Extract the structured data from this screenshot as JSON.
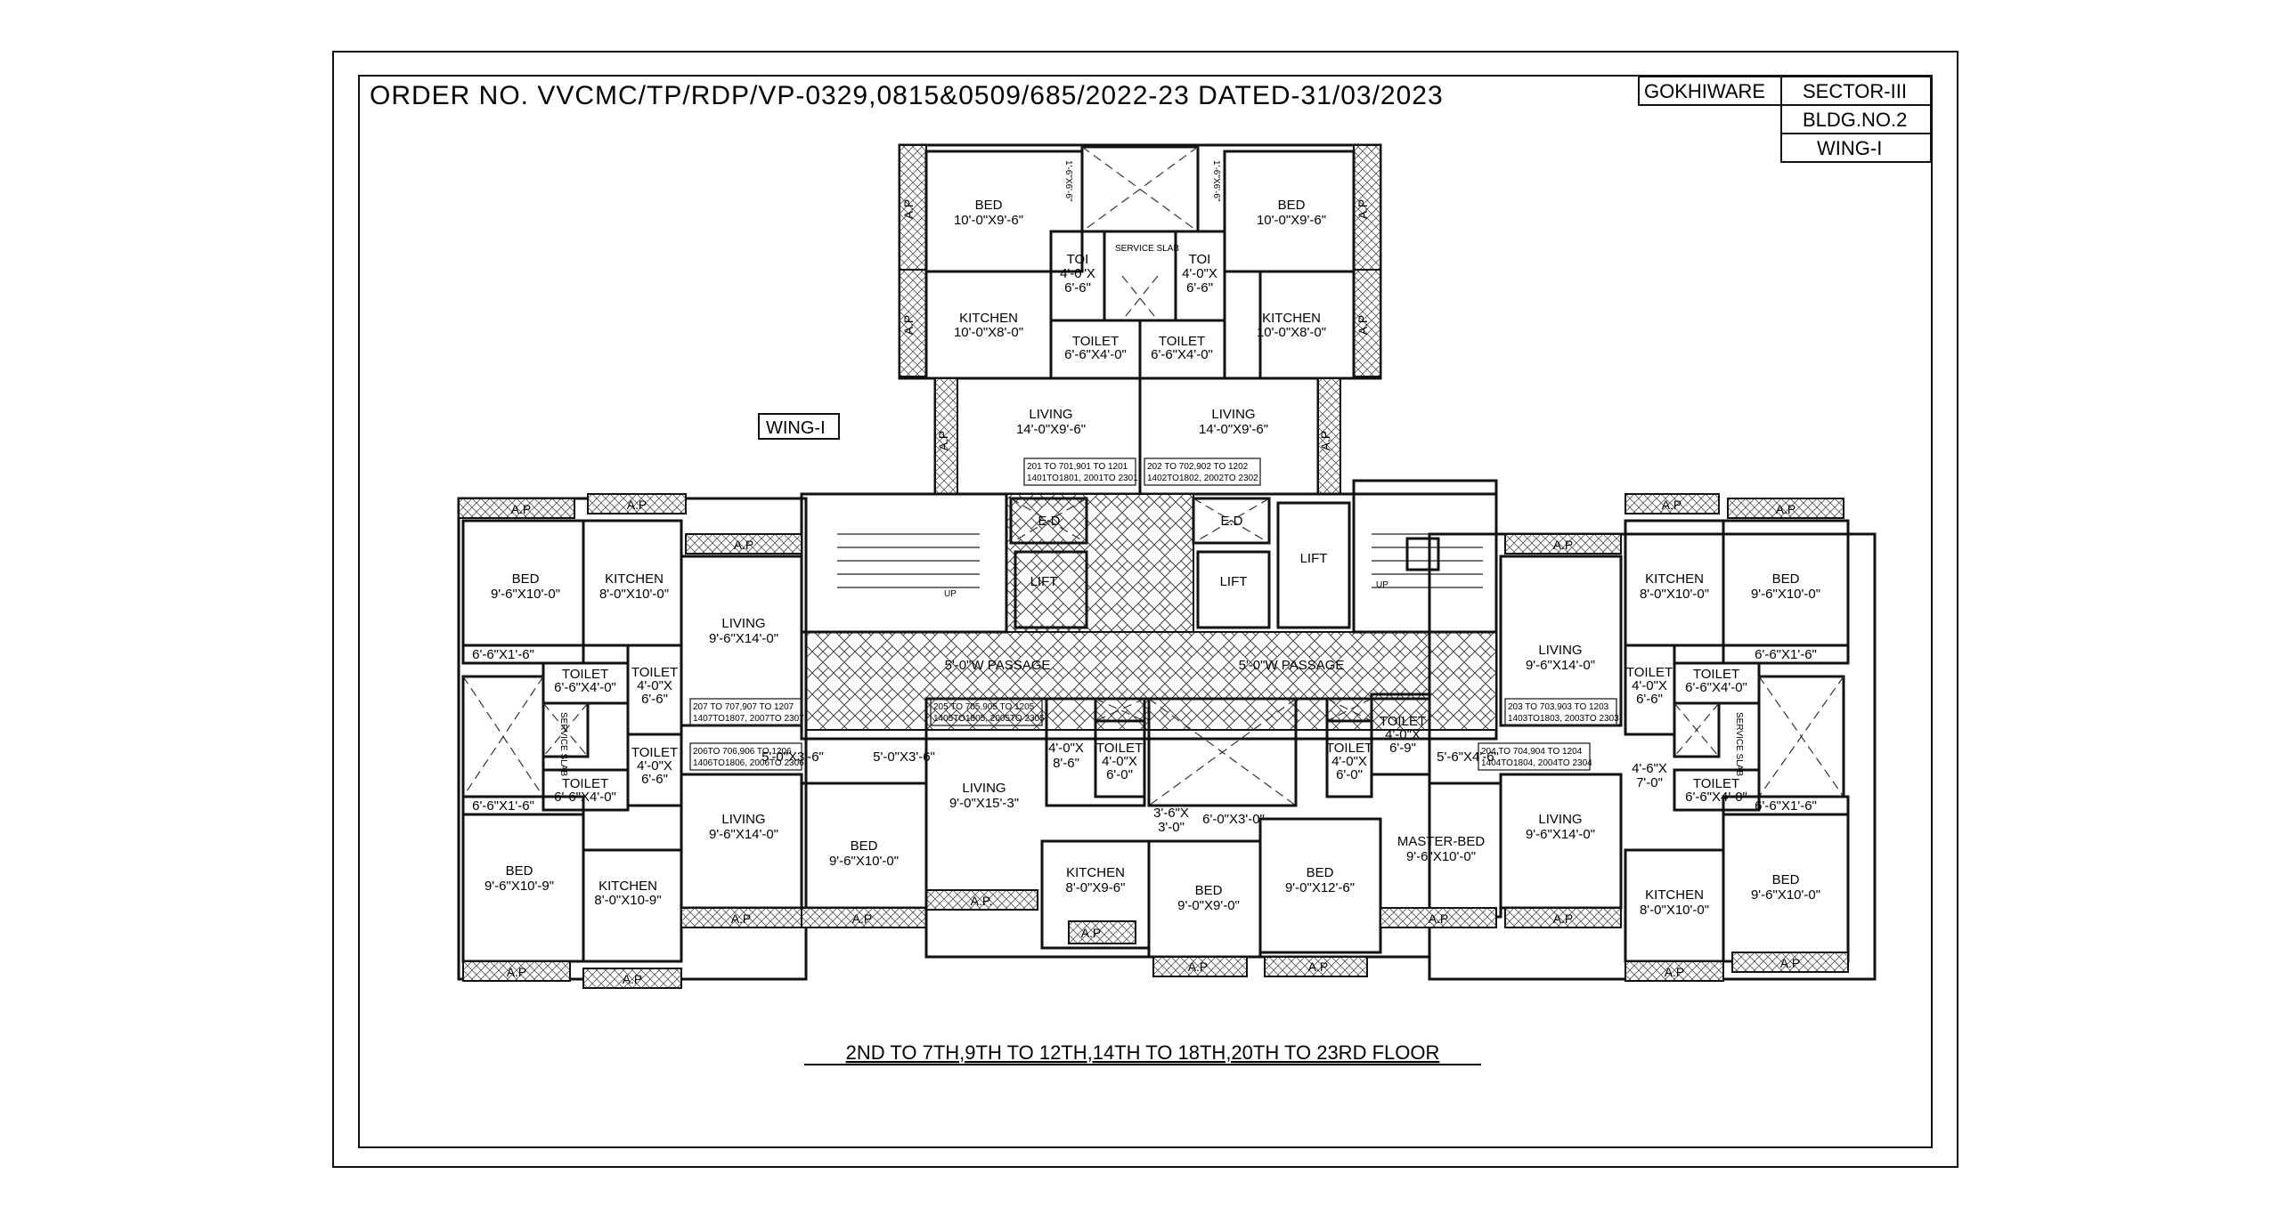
{
  "header": {
    "order": "ORDER NO. VVCMC/TP/RDP/VP-0329,0815&0509/685/2022-23 DATED-31/03/2023",
    "location": "GOKHIWARE",
    "sector": "SECTOR-III",
    "building": "BLDG.NO.2",
    "wing": "WING-I"
  },
  "wing_label": "WING-I",
  "floor_caption": "2ND TO 7TH,9TH TO 12TH,14TH TO 18TH,20TH TO 23RD FLOOR",
  "labels": {
    "ap": "A.P",
    "ap_dot": "A.P.",
    "bed": "BED",
    "master_bed": "MASTER-BED",
    "kitchen": "KITCHEN",
    "living": "LIVING",
    "toilet": "TOILET",
    "toi": "TOI",
    "lift": "LIFT",
    "ed": "E.D",
    "passage": "5'-0\"W PASSAGE",
    "service_slab": "SERVICE SLAB",
    "service_vertical": "SERVICE SLAB",
    "up": "UP"
  },
  "rooms": {
    "top_bed_l": "10'-0\"X9'-6\"",
    "top_bed_r": "10'-0\"X9'-6\"",
    "top_dim_l": "1'-6\"X6'-6\"",
    "top_dim_r": "1'-6\"X6'-6\"",
    "top_toi_l_1": "4'-0\"X",
    "top_toi_l_2": "6'-6\"",
    "top_toi_r_1": "4'-0\"X",
    "top_toi_r_2": "6'-6\"",
    "top_kitchen_l": "10'-0\"X8'-0\"",
    "top_kitchen_r": "10'-0\"X8'-0\"",
    "top_toilet_l": "6'-6\"X4'-0\"",
    "top_toilet_r": "6'-6\"X4'-0\"",
    "top_living_l": "14'-0\"X9'-6\"",
    "top_living_r": "14'-0\"X9'-6\"",
    "left_bed_top": "9'-6\"X10'-0\"",
    "left_kitchen_top": "8'-0\"X10'-0\"",
    "left_living_top": "9'-6\"X14'-0\"",
    "left_dim_a": "6'-6\"X1'-6\"",
    "left_toilet_a": "6'-6\"X4'-0\"",
    "left_toilet_b_1": "4'-0\"X",
    "left_toilet_b_2": "6'-6\"",
    "left_toilet_c_1": "4'-0\"X",
    "left_toilet_c_2": "6'-6\"",
    "left_toilet_d": "6'-6\"X4'-0\"",
    "left_dim_b": "6'-6\"X1'-6\"",
    "left_bed_bot": "9'-6\"X10'-9\"",
    "left_kitchen_bot": "8'-0\"X10-9\"",
    "left_living_bot": "9'-6\"X14'-0\"",
    "left_bed_mid": "9'-6\"X10'-0\"",
    "dim_53_a": "5'-0\"X3'-6\"",
    "dim_53_b": "5'-0\"X3'-6\"",
    "center_living": "9'-0\"X15'-3\"",
    "center_dim_48": "4'-0\"X",
    "center_dim_48b": "8'-6\"",
    "center_toilet_a_1": "4'-0\"X",
    "center_toilet_a_2": "6'-0\"",
    "center_toilet_b_1": "4'-0\"X",
    "center_toilet_b_2": "6'-0\"",
    "center_dim_363_1": "3'-6\"X",
    "center_dim_363_2": "3'-0\"",
    "center_dim_603": "6'-0\"X3'-0\"",
    "center_kitchen": "8'-0\"X9-6\"",
    "center_bed_a": "9'-0\"X9'-0\"",
    "center_bed_b": "9'-0\"X12'-6\"",
    "right_toilet_top_1": "4'-0\"X",
    "right_toilet_top_2": "6'-9\"",
    "dim_546": "5'-6\"X4'-6\"",
    "right_master": "9'-6\"X10'-0\"",
    "right_living_bot": "9'-6\"X14'-0\"",
    "right_living_top": "9'-6\"X14'-0\"",
    "right_kitchen_top": "8'-0\"X10'-0\"",
    "right_bed_top": "9'-6\"X10'-0\"",
    "right_dim_a": "6'-6\"X1'-6\"",
    "right_toilet_a": "6'-6\"X4'-0\"",
    "right_toilet_b_1": "4'-0\"X",
    "right_toilet_b_2": "6'-6\"",
    "right_dim_46_1": "4'-6\"X",
    "right_dim_46_2": "7'-0\"",
    "right_toilet_c": "6'-6\"X4'-0\"",
    "right_dim_b": "6'-6\"X1'-6\"",
    "right_kitchen_bot": "8'-0\"X10'-0\"",
    "right_bed_bot": "9'-6\"X10'-0\""
  },
  "flat_tags": {
    "t201_1": "201 TO 701,901 TO 1201",
    "t201_2": "1401TO1801, 2001TO 2301",
    "t202_1": "202 TO 702,902 TO 1202",
    "t202_2": "1402TO1802, 2002TO 2302",
    "t207_1": "207 TO 707,907 TO 1207",
    "t207_2": "1407TO1807, 2007TO 2307",
    "t206_1": "206TO 706,906 TO 1206",
    "t206_2": "1406TO1806, 2006TO 2306",
    "t205_1": "205 TO 705,905 TO 1205",
    "t205_2": "1405TO1805, 2005TO 2305",
    "t203_1": "203 TO 703,903 TO 1203",
    "t203_2": "1403TO1803, 2003TO 2303",
    "t204_1": "204 TO 704,904 TO 1204",
    "t204_2": "1404TO1804, 2004TO 2304"
  }
}
